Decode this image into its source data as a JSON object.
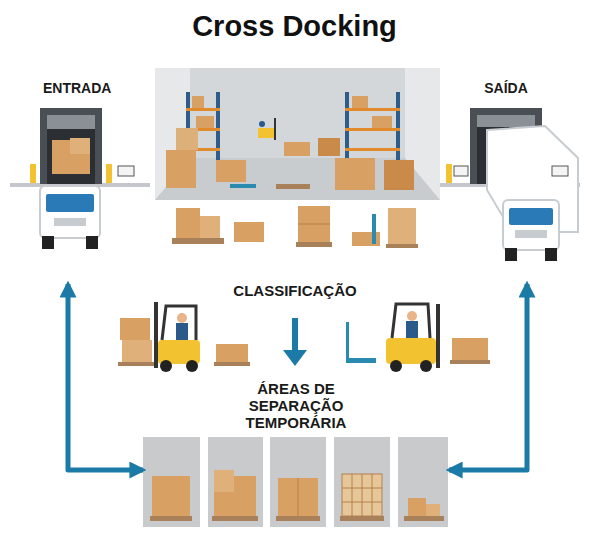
{
  "diagram": {
    "title": "Cross Docking",
    "nodes": [
      {
        "text": [
          "ENTRADA"
        ]
      },
      {
        "text": [
          "SAÍDA"
        ]
      },
      {
        "text": [
          "ÁREAS DE SEPARAÇÃO TEMPORÁRIA"
        ]
      }
    ],
    "edges": [
      {
        "from": 0,
        "to": 2,
        "arrow": "both"
      },
      {
        "from": 1,
        "to": 2,
        "arrow": "both"
      }
    ],
    "labels": [
      "CLASSIFICAÇÃO"
    ]
  }
}
